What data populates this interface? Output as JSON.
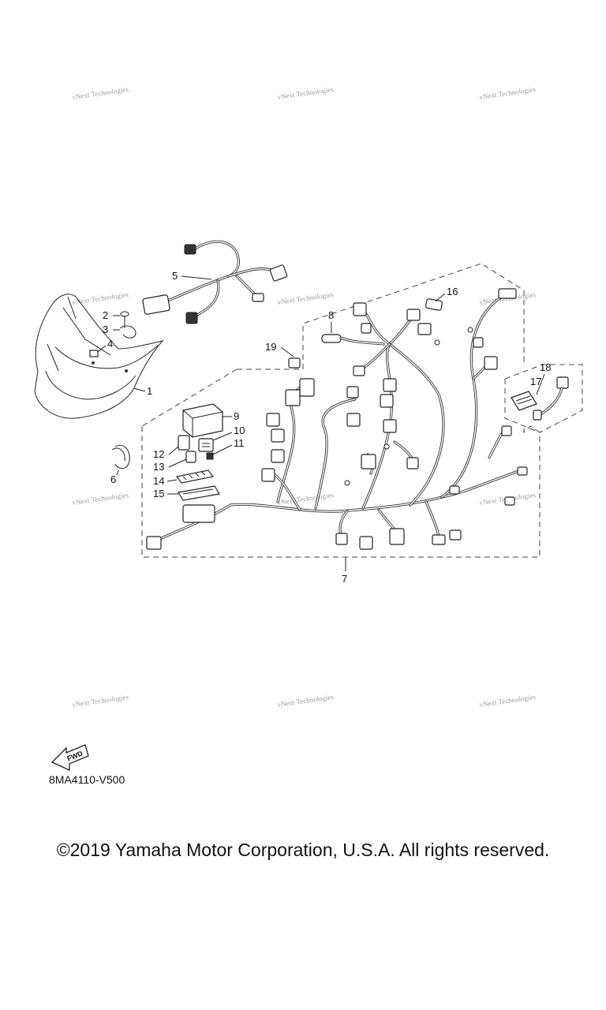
{
  "diagram": {
    "part_code": "8MA4110-V500",
    "fwd_label": "FWD",
    "watermark_text": "vNext Technologies",
    "callouts": [
      "1",
      "2",
      "3",
      "4",
      "5",
      "6",
      "7",
      "8",
      "9",
      "10",
      "11",
      "12",
      "13",
      "14",
      "15",
      "16",
      "17",
      "18",
      "19"
    ]
  },
  "footer": {
    "copyright": "©2019 Yamaha Motor Corporation, U.S.A. All rights reserved."
  }
}
